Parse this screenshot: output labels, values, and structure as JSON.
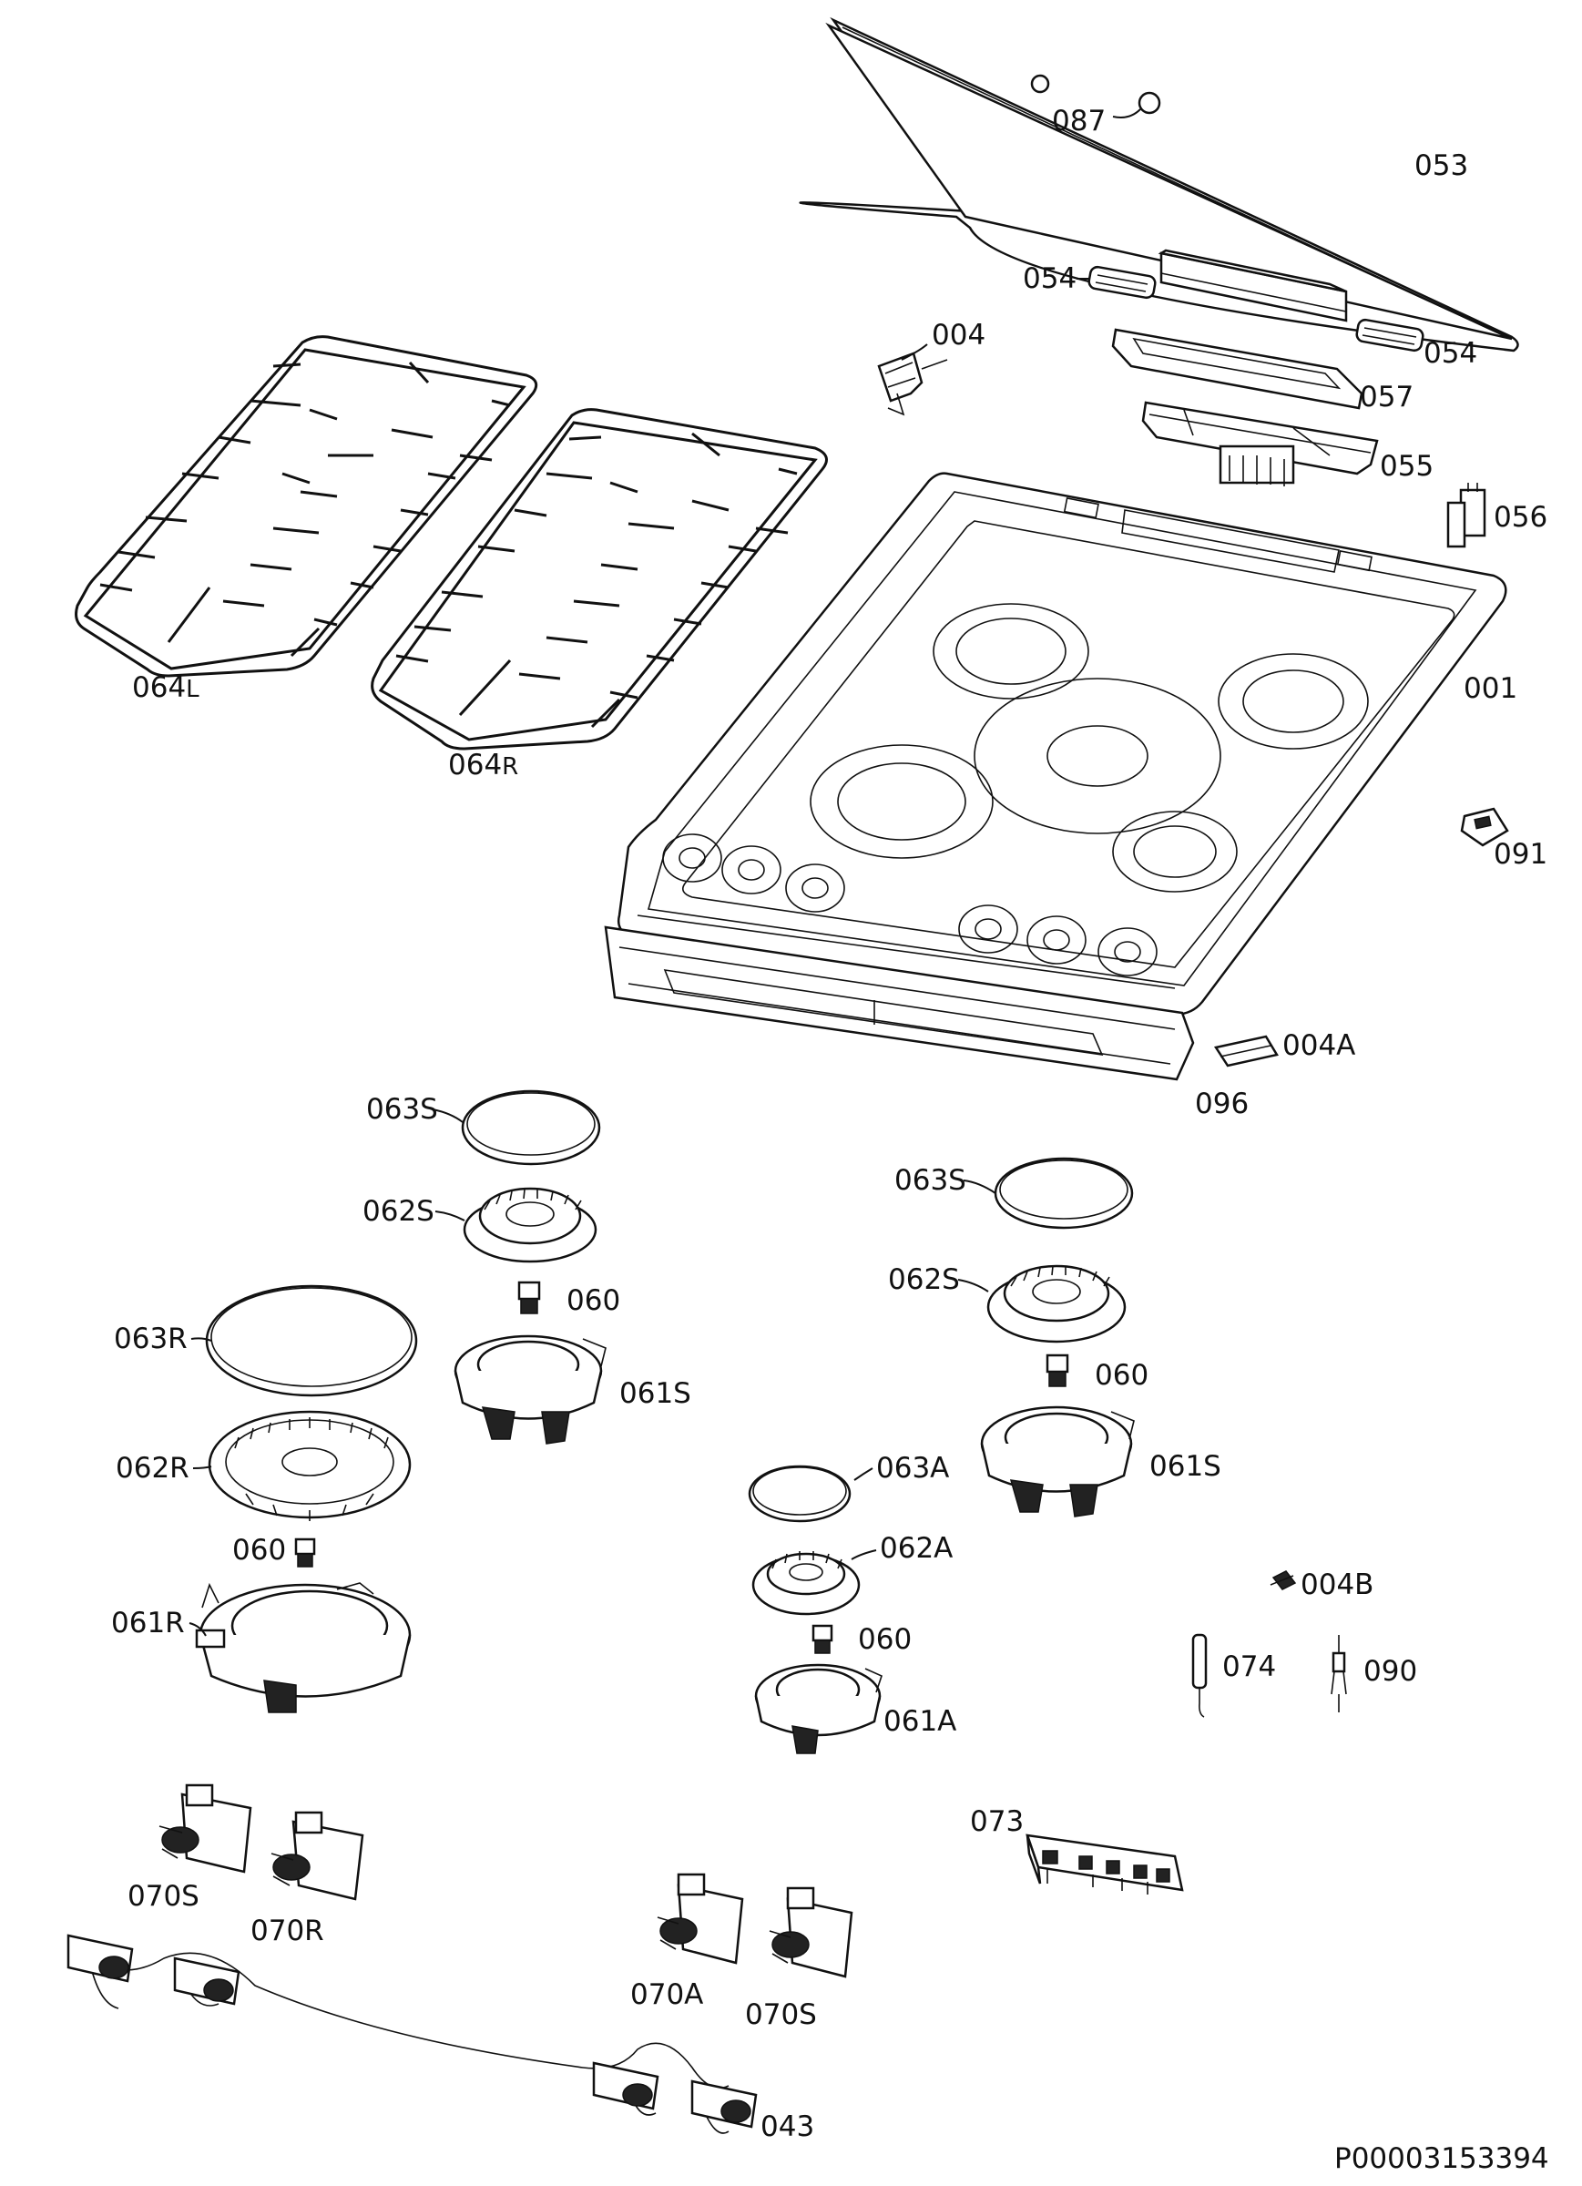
{
  "drawing": {
    "reference_number": "P00003153394"
  },
  "parts": [
    {
      "key": "p087",
      "label": "087"
    },
    {
      "key": "p053",
      "label": "053"
    },
    {
      "key": "p054a",
      "label": "054"
    },
    {
      "key": "p054b",
      "label": "054"
    },
    {
      "key": "p004",
      "label": "004"
    },
    {
      "key": "p057",
      "label": "057"
    },
    {
      "key": "p055",
      "label": "055"
    },
    {
      "key": "p056",
      "label": "056"
    },
    {
      "key": "p001",
      "label": "001"
    },
    {
      "key": "p064l",
      "label": "064",
      "suffix": "L"
    },
    {
      "key": "p064r",
      "label": "064",
      "suffix": "R"
    },
    {
      "key": "p091",
      "label": "091"
    },
    {
      "key": "p004a",
      "label": "004A"
    },
    {
      "key": "p096",
      "label": "096"
    },
    {
      "key": "p063s_left",
      "label": "063S"
    },
    {
      "key": "p062s_left",
      "label": "062S"
    },
    {
      "key": "p060_a",
      "label": "060"
    },
    {
      "key": "p061s_left",
      "label": "061S"
    },
    {
      "key": "p063r",
      "label": "063R"
    },
    {
      "key": "p062r",
      "label": "062R"
    },
    {
      "key": "p060_b",
      "label": "060"
    },
    {
      "key": "p061r",
      "label": "061R"
    },
    {
      "key": "p063s_right",
      "label": "063S"
    },
    {
      "key": "p062s_right",
      "label": "062S"
    },
    {
      "key": "p060_c",
      "label": "060"
    },
    {
      "key": "p061s_right",
      "label": "061S"
    },
    {
      "key": "p063a",
      "label": "063A"
    },
    {
      "key": "p062a",
      "label": "062A"
    },
    {
      "key": "p060_d",
      "label": "060"
    },
    {
      "key": "p061a",
      "label": "061A"
    },
    {
      "key": "p004b",
      "label": "004B"
    },
    {
      "key": "p074",
      "label": "074"
    },
    {
      "key": "p090",
      "label": "090"
    },
    {
      "key": "p073",
      "label": "073"
    },
    {
      "key": "p070s_left",
      "label": "070S"
    },
    {
      "key": "p070r",
      "label": "070R"
    },
    {
      "key": "p070a",
      "label": "070A"
    },
    {
      "key": "p070s_right",
      "label": "070S"
    },
    {
      "key": "p043",
      "label": "043"
    }
  ]
}
